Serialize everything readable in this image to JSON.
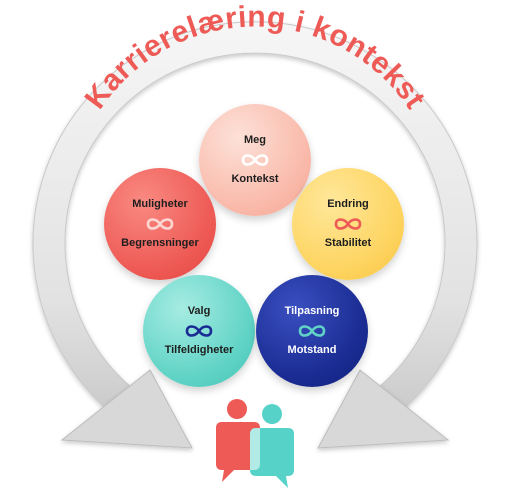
{
  "title": "Karrierelæring i kontekst",
  "colors": {
    "title": "#ee5a55",
    "arc_light": "#f2f2f2",
    "arc_dark": "#bdbdbd",
    "person_left": "#ee5a55",
    "person_right": "#56d2c8"
  },
  "circles": [
    {
      "top": "Meg",
      "bottom": "Kontekst",
      "icon": "infinity-icon",
      "icon_color": "#ffffff"
    },
    {
      "top": "Muligheter",
      "bottom": "Begrensninger",
      "icon": "infinity-icon",
      "icon_color": "#fbd7d4"
    },
    {
      "top": "Endring",
      "bottom": "Stabilitet",
      "icon": "infinity-icon",
      "icon_color": "#ee5a55"
    },
    {
      "top": "Valg",
      "bottom": "Tilfeldigheter",
      "icon": "infinity-icon",
      "icon_color": "#1a2c93"
    },
    {
      "top": "Tilpasning",
      "bottom": "Motstand",
      "icon": "infinity-icon",
      "icon_color": "#60d3c6"
    }
  ],
  "logo": {
    "icon": "people-speech-icon"
  }
}
